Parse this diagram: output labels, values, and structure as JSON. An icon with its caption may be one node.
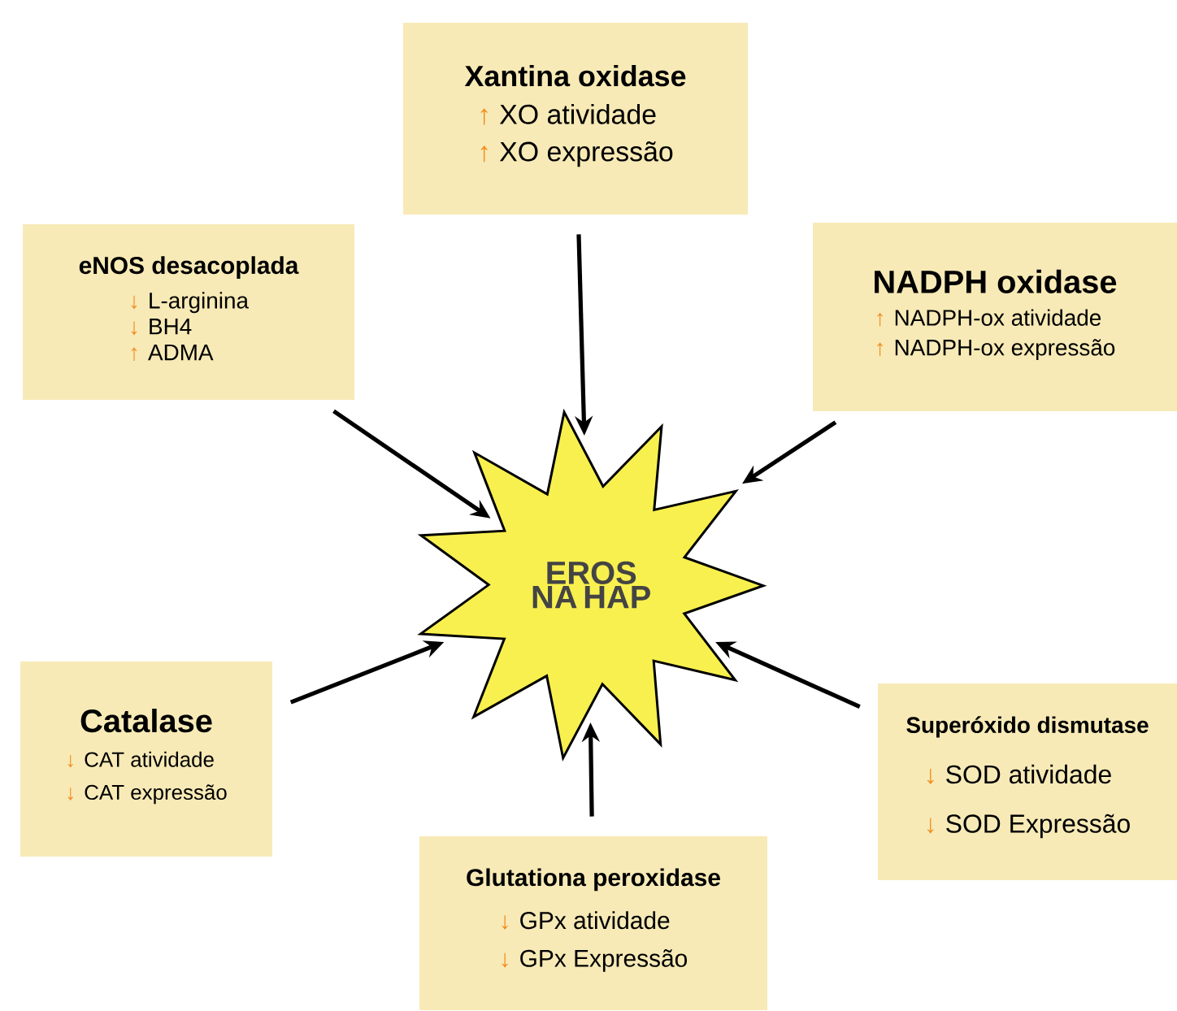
{
  "diagram": {
    "nodes": [
      {
        "text": [
          "Xantina oxidase",
          "↑",
          "XO atividade",
          "↑",
          "XO expressão"
        ]
      },
      {
        "text": [
          "eNOS desacoplada",
          "↓",
          "L-arginina",
          "↓",
          "BH4",
          "↑",
          "ADMA"
        ]
      },
      {
        "text": [
          "NADPH oxidase",
          "↑",
          "NADPH-ox atividade",
          "↑",
          "NADPH-ox expressão"
        ]
      },
      {
        "text": [
          "EROS NA HAP"
        ]
      },
      {
        "text": [
          "Catalase",
          "↓",
          "CAT atividade",
          "↓",
          "CAT expressão"
        ]
      },
      {
        "text": [
          "Superóxido dismutase",
          "↓",
          "SOD atividade",
          "↓",
          "SOD Expressão"
        ]
      },
      {
        "text": [
          "Glutationa peroxidase",
          "↓",
          "GPx atividade",
          "↓",
          "GPx Expressão"
        ]
      }
    ],
    "edges": [
      {
        "from": 0,
        "to": 3,
        "arrow": "to"
      },
      {
        "from": 1,
        "to": 3,
        "arrow": "to"
      },
      {
        "from": 2,
        "to": 3,
        "arrow": "to"
      },
      {
        "from": 4,
        "to": 3,
        "arrow": "to"
      },
      {
        "from": 5,
        "to": 3,
        "arrow": "to"
      },
      {
        "from": 6,
        "to": 3,
        "arrow": "to"
      }
    ]
  }
}
